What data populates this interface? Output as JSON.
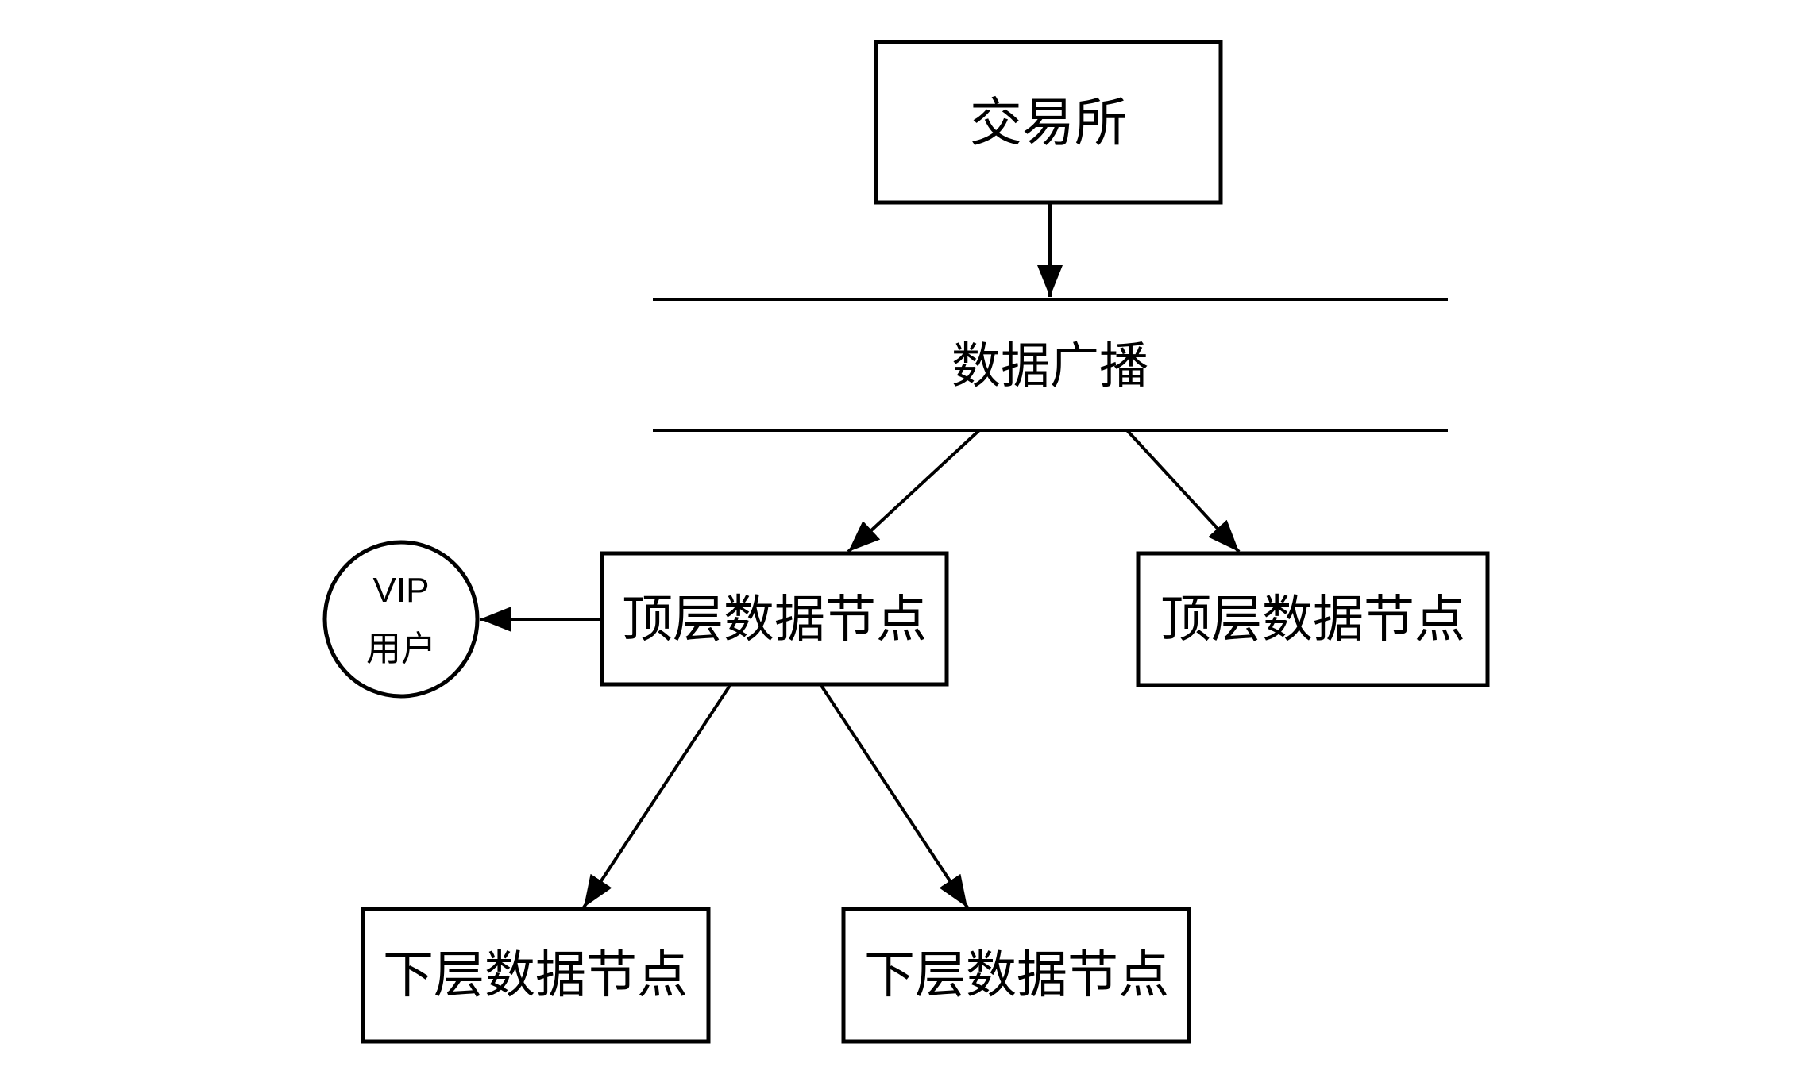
{
  "diagram": {
    "background": "#ffffff",
    "stroke_color": "#000000",
    "nodes": {
      "exchange": {
        "label": "交易所",
        "shape": "rect"
      },
      "broadcast": {
        "label": "数据广播",
        "shape": "band"
      },
      "top_node_left": {
        "label": "顶层数据节点",
        "shape": "rect"
      },
      "top_node_right": {
        "label": "顶层数据节点",
        "shape": "rect"
      },
      "lower_node_left": {
        "label": "下层数据节点",
        "shape": "rect"
      },
      "lower_node_right": {
        "label": "下层数据节点",
        "shape": "rect"
      },
      "vip_user": {
        "line1": "VIP",
        "line2": "用户",
        "shape": "circle"
      }
    },
    "edges": [
      {
        "from": "exchange",
        "to": "broadcast",
        "direction": "down"
      },
      {
        "from": "broadcast",
        "to": "top_node_left",
        "direction": "down-left"
      },
      {
        "from": "broadcast",
        "to": "top_node_right",
        "direction": "down-right"
      },
      {
        "from": "top_node_left",
        "to": "vip_user",
        "direction": "left"
      },
      {
        "from": "top_node_left",
        "to": "lower_node_left",
        "direction": "down-left"
      },
      {
        "from": "top_node_left",
        "to": "lower_node_right",
        "direction": "down-right"
      }
    ]
  }
}
